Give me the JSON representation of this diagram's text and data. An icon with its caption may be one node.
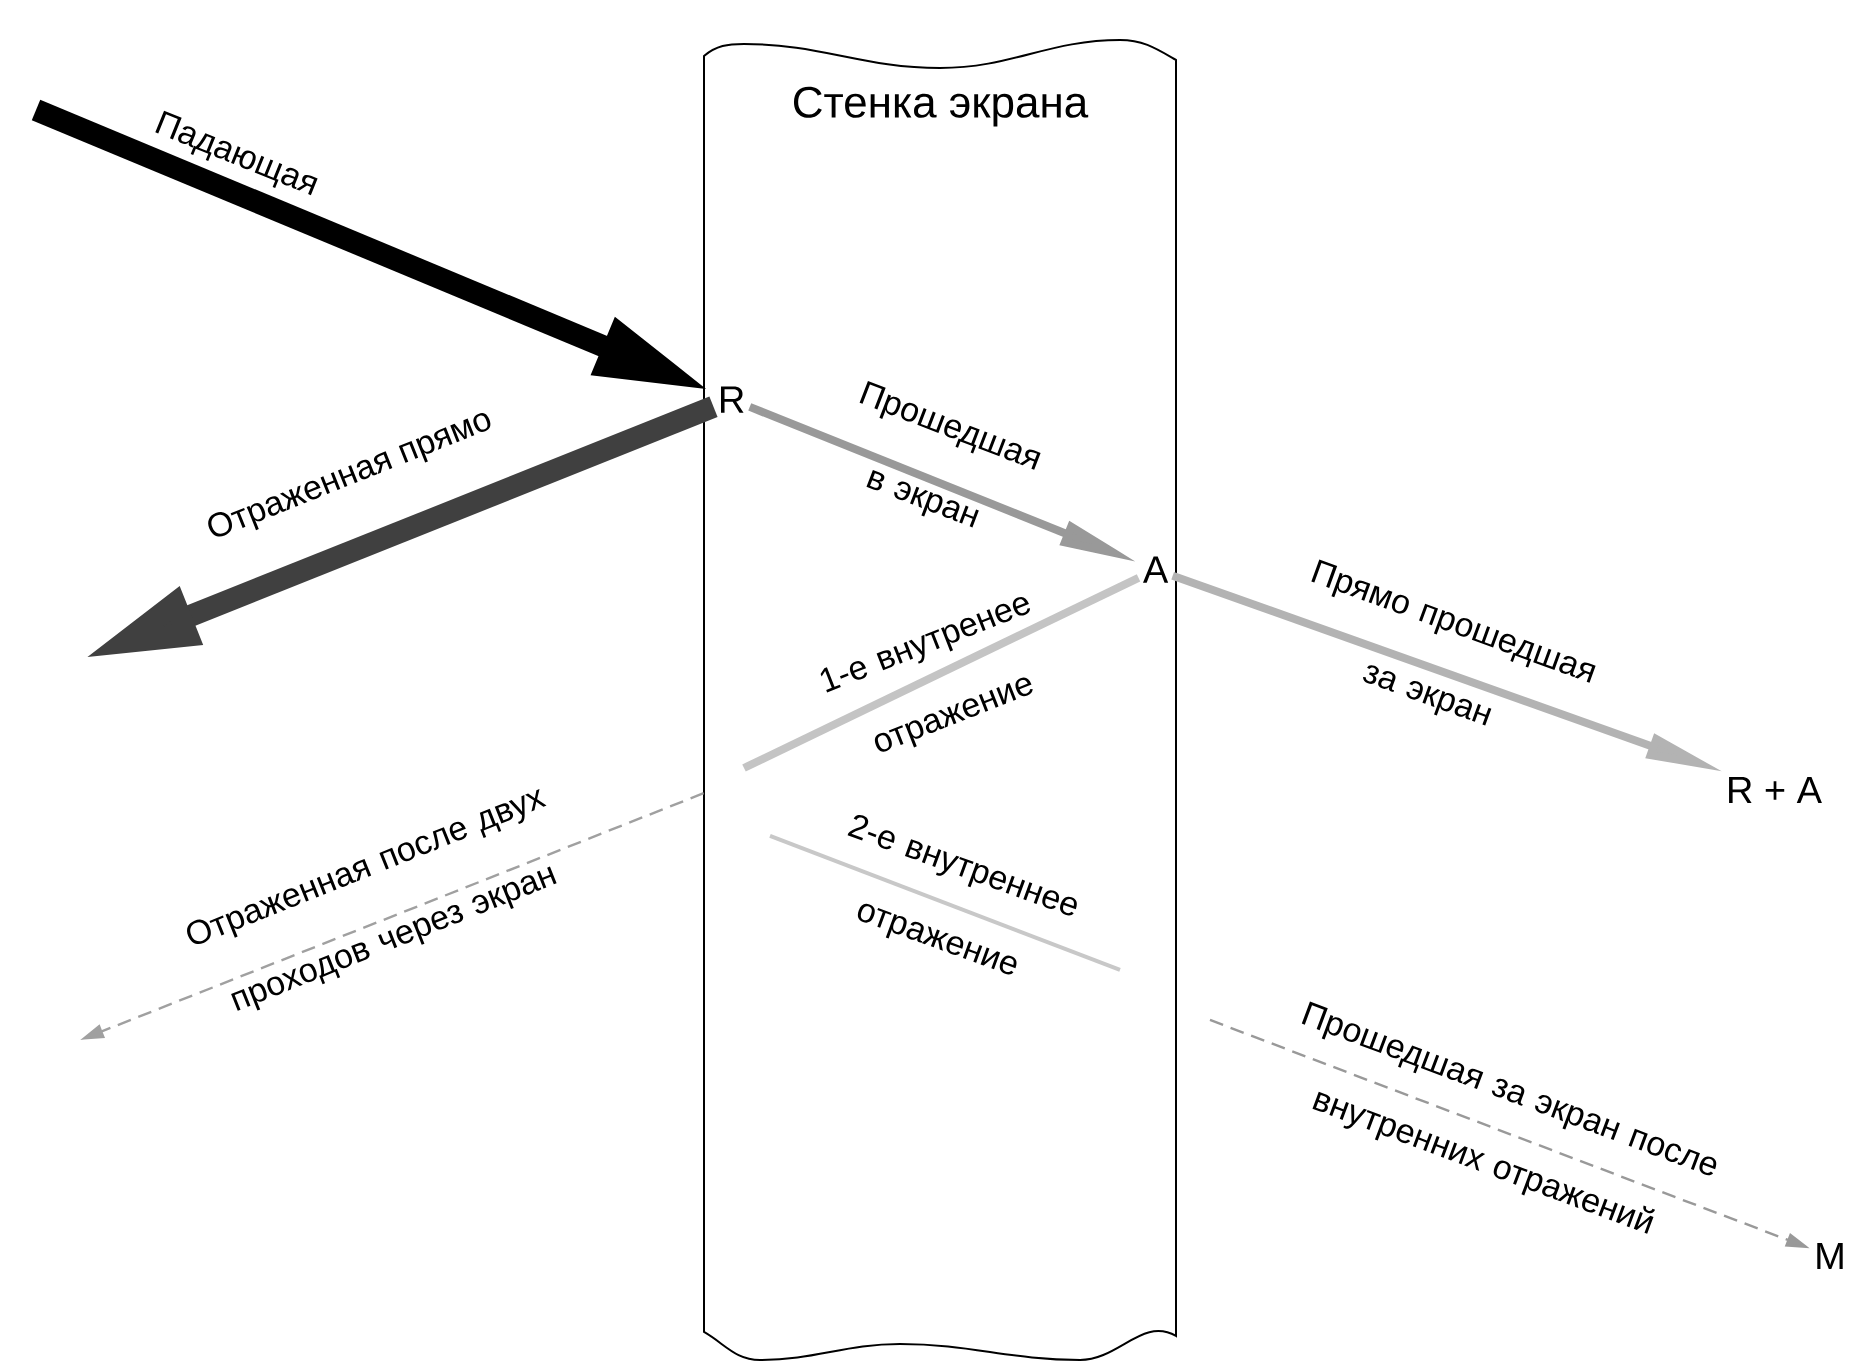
{
  "diagram": {
    "nodes": [
      {
        "text": [
          "Стенка экрана"
        ]
      },
      {
        "text": [
          "R"
        ],
        "in": 0
      },
      {
        "text": [
          "A"
        ],
        "in": 0
      },
      {
        "text": [
          "R + A"
        ]
      },
      {
        "text": [
          "M"
        ]
      }
    ],
    "edges": [
      {
        "from": null,
        "to": 1,
        "arrow": "to",
        "label": "Падающая",
        "style": "thick",
        "color": "#000000"
      },
      {
        "from": 1,
        "to": null,
        "arrow": "to",
        "label": "Отраженная прямо",
        "style": "thick",
        "color": "#404040"
      },
      {
        "from": 1,
        "to": 2,
        "arrow": "to",
        "label": "Прошедшая в экран",
        "color": "#999999"
      },
      {
        "from": 2,
        "to": 3,
        "arrow": "to",
        "label": "Прямо прошедшая за экран",
        "color": "#b3b3b3"
      },
      {
        "from": 2,
        "to": null,
        "arrow": "none",
        "label": "1-е внутренее отражение",
        "color": "#c4c4c4"
      },
      {
        "from": 0,
        "to": null,
        "arrow": "to",
        "label": "Отраженная после двух проходов через экран",
        "style": "dashed",
        "color": "#a0a0a0"
      },
      {
        "from": null,
        "to": 4,
        "arrow": "to",
        "label": "Прошедшая за экран после внутренних отражений",
        "style": "dashed",
        "color": "#999999"
      }
    ],
    "labels": [
      "2-е внутреннее отражение"
    ]
  }
}
